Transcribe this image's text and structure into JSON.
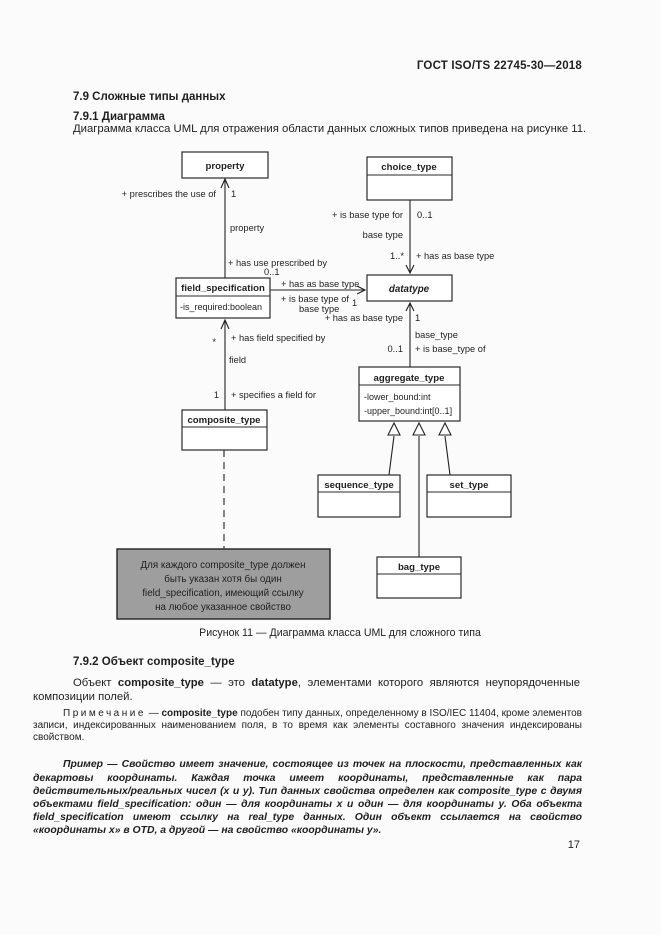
{
  "page": {
    "header": "ГОСТ ISO/TS 22745-30—2018",
    "page_number": "17"
  },
  "colors": {
    "page_background": "#fbfbfb",
    "text": "#1f1f1f",
    "note_box_fill": "#9e9e9e",
    "line": "#222222"
  },
  "sections": {
    "s79_title": "7.9 Сложные типы данных",
    "s791_title": "7.9.1 Диаграмма",
    "s791_body": "Диаграмма класса UML для отражения области данных сложных типов приведена на рисунке 11.",
    "s792_title": "7.9.2 Объект composite_type",
    "s792_p1": [
      "Объект ",
      "composite_type",
      " — это ",
      "datatype",
      ", элементами которого являются неупорядоченные композиции полей."
    ],
    "note_parts": [
      "Примечание",
      " — ",
      "composite_type",
      " подобен типу данных, определенному в ISO/IEC 11404, кроме элементов записи, индексированных наименованием поля, в то время как элементы составного значения индексированы свойством."
    ],
    "example": "Пример — Свойство имеет значение, состоящее из точек на плоскости, представленных как декартовы координаты. Каждая точка имеет координаты, представленные как пара действительных/реальных чисел (x и y). Тип данных свойства определен как composite_type с двумя объектами field_specification: один — для координаты x и один — для координаты y. Оба объекта field_specification имеют ссылку на real_type данных. Один объект ссылается на свойство «координаты x» в OTD, а другой — на свойство «координаты y»."
  },
  "figure": {
    "caption": "Рисунок 11 — Диаграмма класса UML для сложного типа",
    "classes": {
      "property": {
        "title": "property"
      },
      "choice_type": {
        "title": "choice_type"
      },
      "field_specification": {
        "title": "field_specification",
        "attr1": "-is_required:boolean"
      },
      "datatype": {
        "title": "datatype"
      },
      "aggregate_type": {
        "title": "aggregate_type",
        "attr1": "-lower_bound:int",
        "attr2": "-upper_bound:int[0..1]"
      },
      "composite_type": {
        "title": "composite_type"
      },
      "sequence_type": {
        "title": "sequence_type"
      },
      "set_type": {
        "title": "set_type"
      },
      "bag_type": {
        "title": "bag_type"
      }
    },
    "labels": {
      "prescribes_use": "+ prescribes the use of",
      "m1_property": "1",
      "role_property": "property",
      "has_use_prescribed": "+ has use prescribed by",
      "m01_fs": "0..1",
      "has_base_fs": "+ has as base type",
      "is_base_of_fs": "+ is base type of",
      "role_base_fs": "base type",
      "m1_dt_fs": "1",
      "is_base_for_ct": "+ is base type for",
      "m01_ct": "0..1",
      "role_base_ct": "base type",
      "m1star_ct": "1..*",
      "has_base_ct": "+ has as base type",
      "has_base_at": "+ has as base type",
      "m1_dt_at": "1",
      "role_base_at": "base_type",
      "m01_at": "0..1",
      "is_base_of_at": "+ is base_type of",
      "mstar_field": "*",
      "has_field": "+ has field specified by",
      "role_field": "field",
      "m1_comp": "1",
      "specifies_field": "+ specifies a field for"
    },
    "note": {
      "line1": "Для каждого composite_type должен",
      "line2": "быть указан хотя бы один",
      "line3": "field_specification, имеющий ссылку",
      "line4": "на любое указанное свойство"
    }
  }
}
